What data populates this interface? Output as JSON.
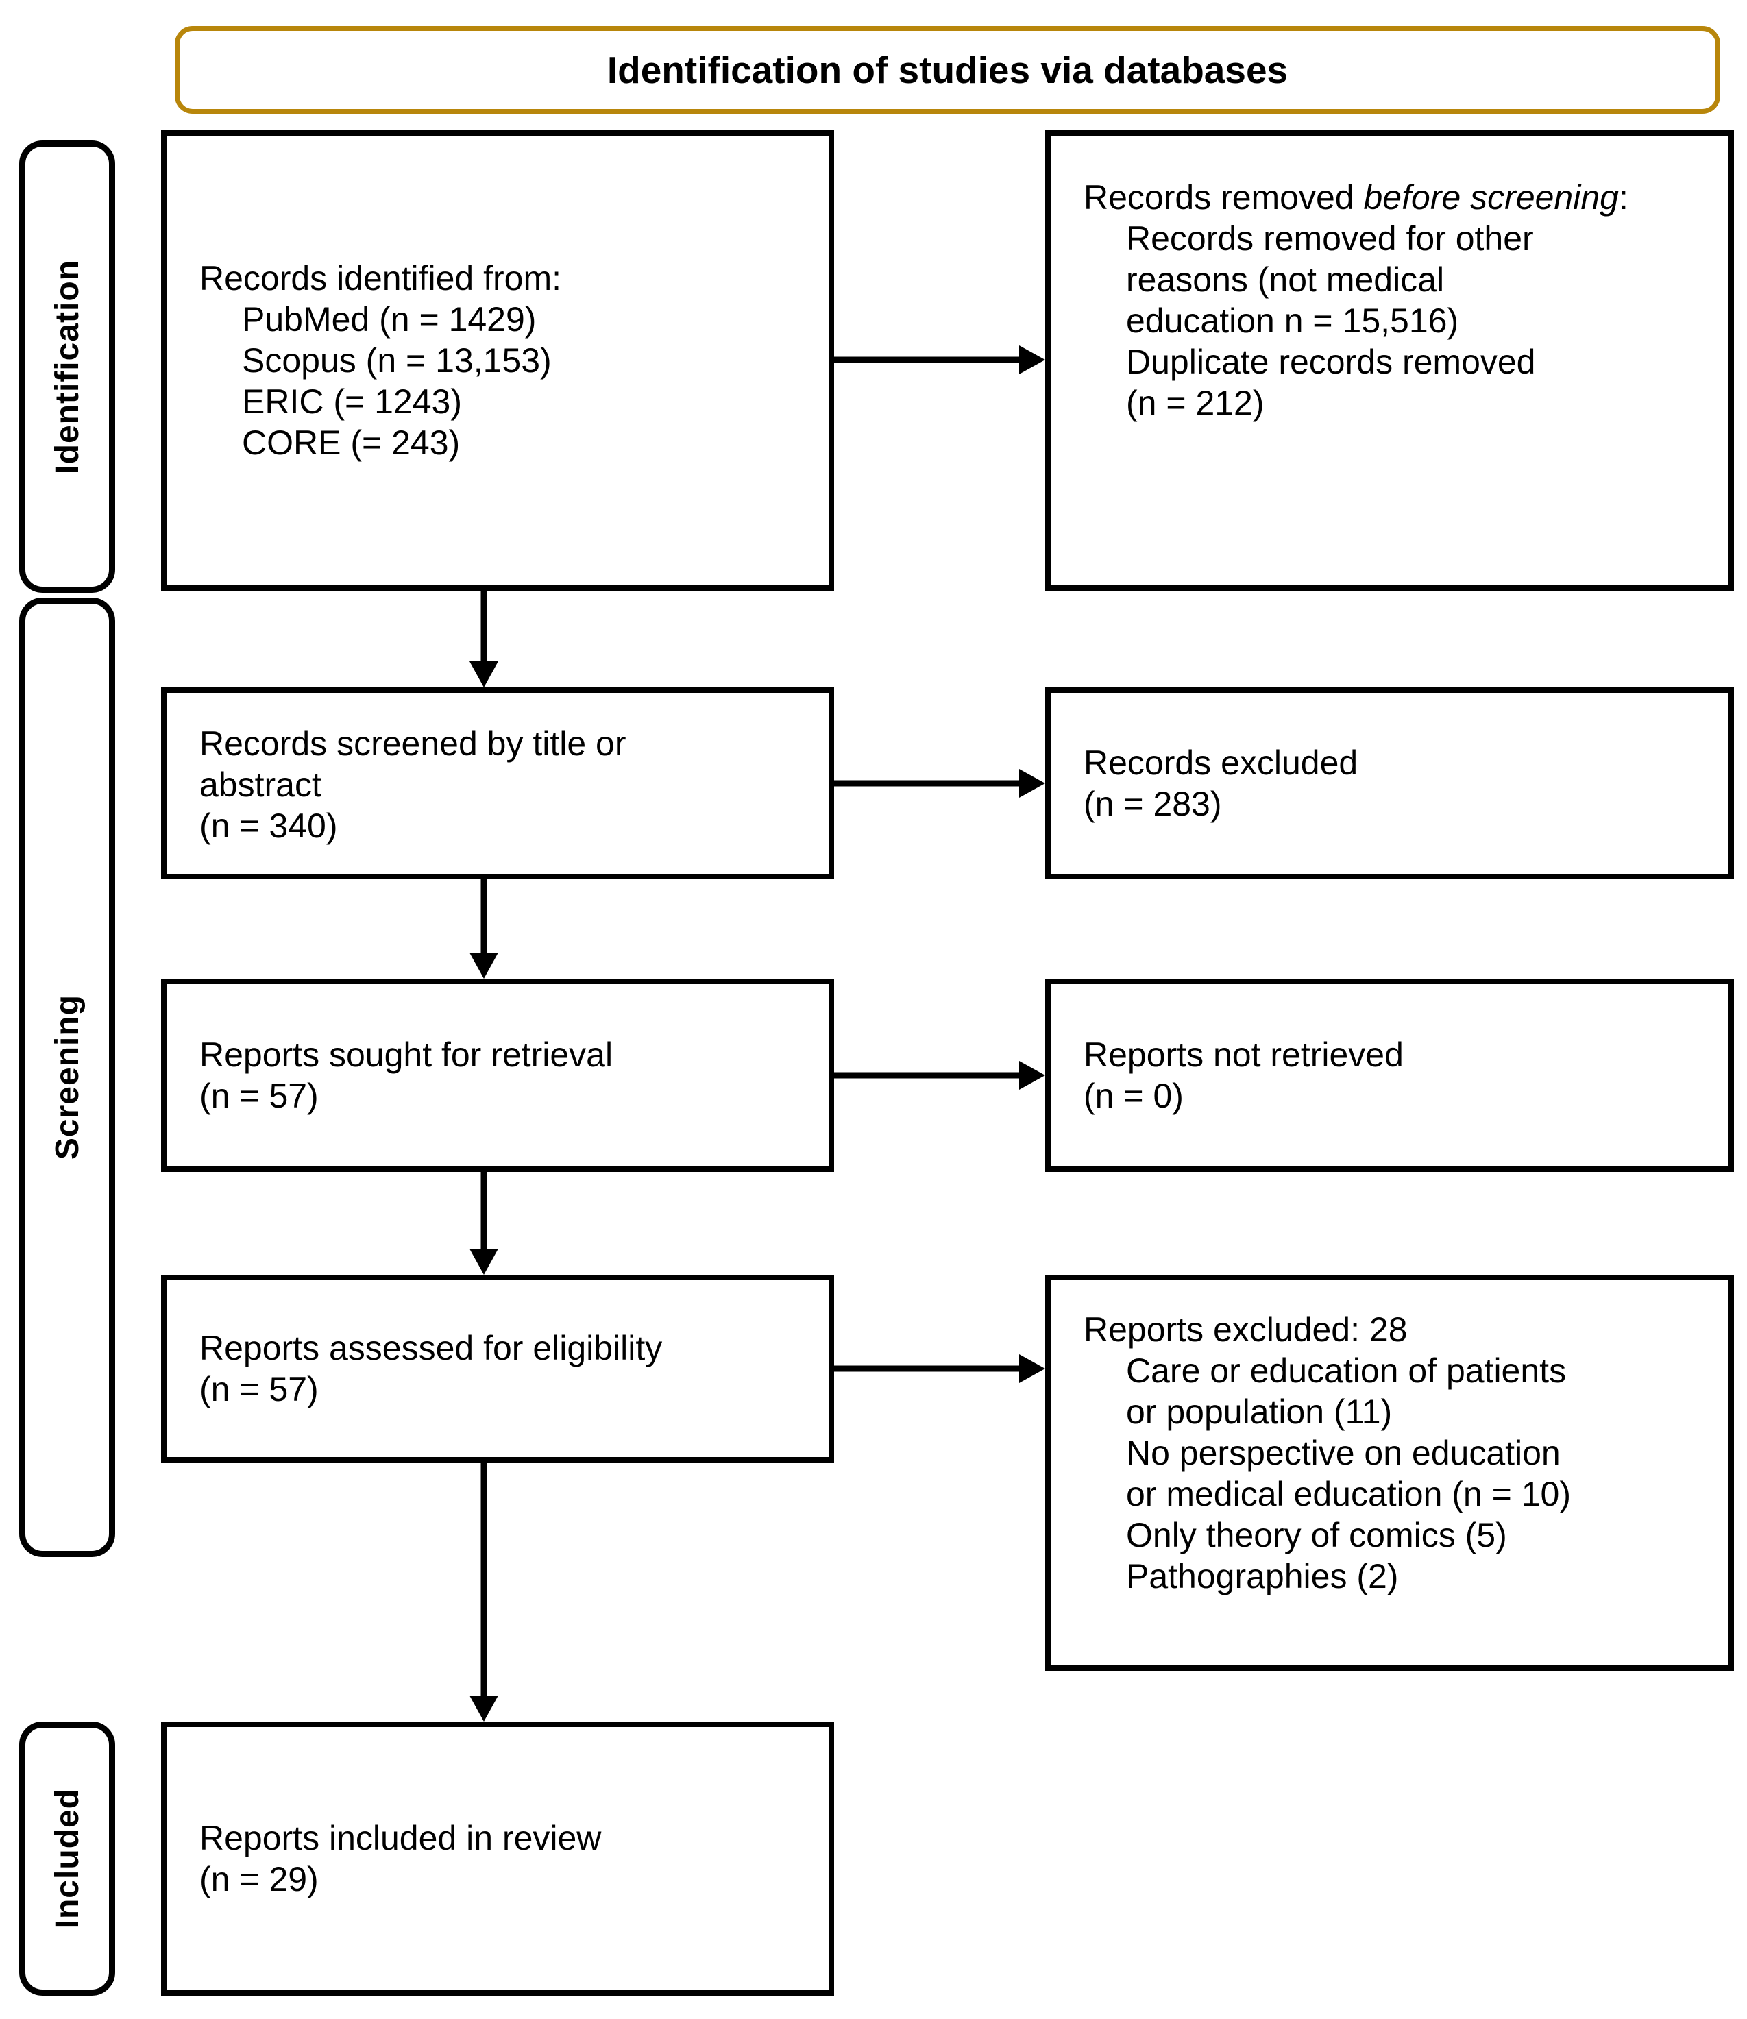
{
  "diagram": {
    "type": "PRISMA flow diagram",
    "header": {
      "title": "Identification of studies via databases",
      "border_color": "#b8860b"
    },
    "stages": [
      {
        "key": "identification",
        "label": "Identification"
      },
      {
        "key": "screening",
        "label": "Screening"
      },
      {
        "key": "included",
        "label": "Included"
      }
    ],
    "boxes": {
      "identified": {
        "title": "Records identified from:",
        "items": [
          "PubMed (n = 1429)",
          "Scopus (n = 13,153)",
          "ERIC (= 1243)",
          "CORE (= 243)"
        ]
      },
      "removed_before_screening": {
        "title_plain": "Records removed ",
        "title_italic": "before screening",
        "title_tail": ":",
        "items": [
          "Records removed for other",
          "reasons (not medical",
          "education n = 15,516)",
          "Duplicate records removed",
          "(n = 212)"
        ]
      },
      "records_screened": {
        "lines": [
          "Records screened by title or",
          "abstract",
          "(n = 340)"
        ]
      },
      "records_excluded": {
        "lines": [
          "Records excluded",
          "(n = 283)"
        ]
      },
      "reports_sought": {
        "lines": [
          "Reports sought for retrieval",
          "(n = 57)"
        ]
      },
      "reports_not_retrieved": {
        "lines": [
          "Reports not retrieved",
          "(n = 0)"
        ]
      },
      "reports_assessed": {
        "lines": [
          "Reports assessed for eligibility",
          "(n = 57)"
        ]
      },
      "reports_excluded": {
        "title": "Reports excluded: 28",
        "items": [
          "Care or education of patients",
          "or population (11)",
          "No perspective on education",
          "or medical education (n = 10)",
          "Only theory of comics (5)",
          "Pathographies (2)"
        ]
      },
      "reports_included": {
        "lines": [
          "Reports included in review",
          "(n = 29)"
        ]
      }
    },
    "counts": {
      "pubmed": 1429,
      "scopus": 13153,
      "eric": 1243,
      "core": 243,
      "removed_other_reasons": 15516,
      "duplicates_removed": 212,
      "records_screened": 340,
      "records_excluded": 283,
      "reports_sought": 57,
      "reports_not_retrieved": 0,
      "reports_assessed": 57,
      "reports_excluded_total": 28,
      "excl_care_or_education": 11,
      "excl_no_perspective": 10,
      "excl_only_theory": 5,
      "excl_pathographies": 2,
      "reports_included": 29
    }
  }
}
